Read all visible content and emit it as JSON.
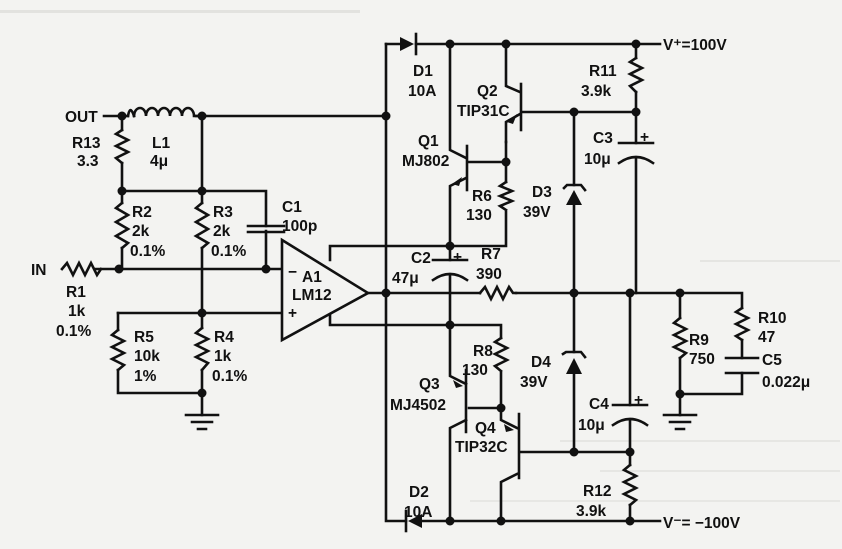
{
  "diagram": {
    "type": "circuit-schematic",
    "terminals": {
      "out": "OUT",
      "in": "IN",
      "vplus": "V⁺=100V",
      "vminus": "V⁻= −100V"
    },
    "amplifier": {
      "ref": "A1",
      "part": "LM12",
      "minus": "−",
      "plus": "+"
    },
    "components": {
      "R1": {
        "ref": "R1",
        "value": "1k",
        "tol": "0.1%"
      },
      "R2": {
        "ref": "R2",
        "value": "2k",
        "tol": "0.1%"
      },
      "R3": {
        "ref": "R3",
        "value": "2k",
        "tol": "0.1%"
      },
      "R4": {
        "ref": "R4",
        "value": "1k",
        "tol": "0.1%"
      },
      "R5": {
        "ref": "R5",
        "value": "10k",
        "tol": "1%"
      },
      "R6": {
        "ref": "R6",
        "value": "130"
      },
      "R7": {
        "ref": "R7",
        "value": "390"
      },
      "R8": {
        "ref": "R8",
        "value": "130"
      },
      "R9": {
        "ref": "R9",
        "value": "750"
      },
      "R10": {
        "ref": "R10",
        "value": "47"
      },
      "R11": {
        "ref": "R11",
        "value": "3.9k"
      },
      "R12": {
        "ref": "R12",
        "value": "3.9k"
      },
      "R13": {
        "ref": "R13",
        "value": "3.3"
      },
      "L1": {
        "ref": "L1",
        "value": "4μ"
      },
      "C1": {
        "ref": "C1",
        "value": "100p"
      },
      "C2": {
        "ref": "C2",
        "value": "47μ",
        "polarity": "+"
      },
      "C3": {
        "ref": "C3",
        "value": "10μ",
        "polarity": "+"
      },
      "C4": {
        "ref": "C4",
        "value": "10μ",
        "polarity": "+"
      },
      "C5": {
        "ref": "C5",
        "value": "0.022μ"
      },
      "D1": {
        "ref": "D1",
        "value": "10A"
      },
      "D2": {
        "ref": "D2",
        "value": "10A"
      },
      "D3": {
        "ref": "D3",
        "value": "39V"
      },
      "D4": {
        "ref": "D4",
        "value": "39V"
      },
      "Q1": {
        "ref": "Q1",
        "part": "MJ802"
      },
      "Q2": {
        "ref": "Q2",
        "part": "TIP31C"
      },
      "Q3": {
        "ref": "Q3",
        "part": "MJ4502"
      },
      "Q4": {
        "ref": "Q4",
        "part": "TIP32C"
      }
    },
    "colors": {
      "ink": "#111111",
      "paper": "#f3f3f1"
    }
  }
}
